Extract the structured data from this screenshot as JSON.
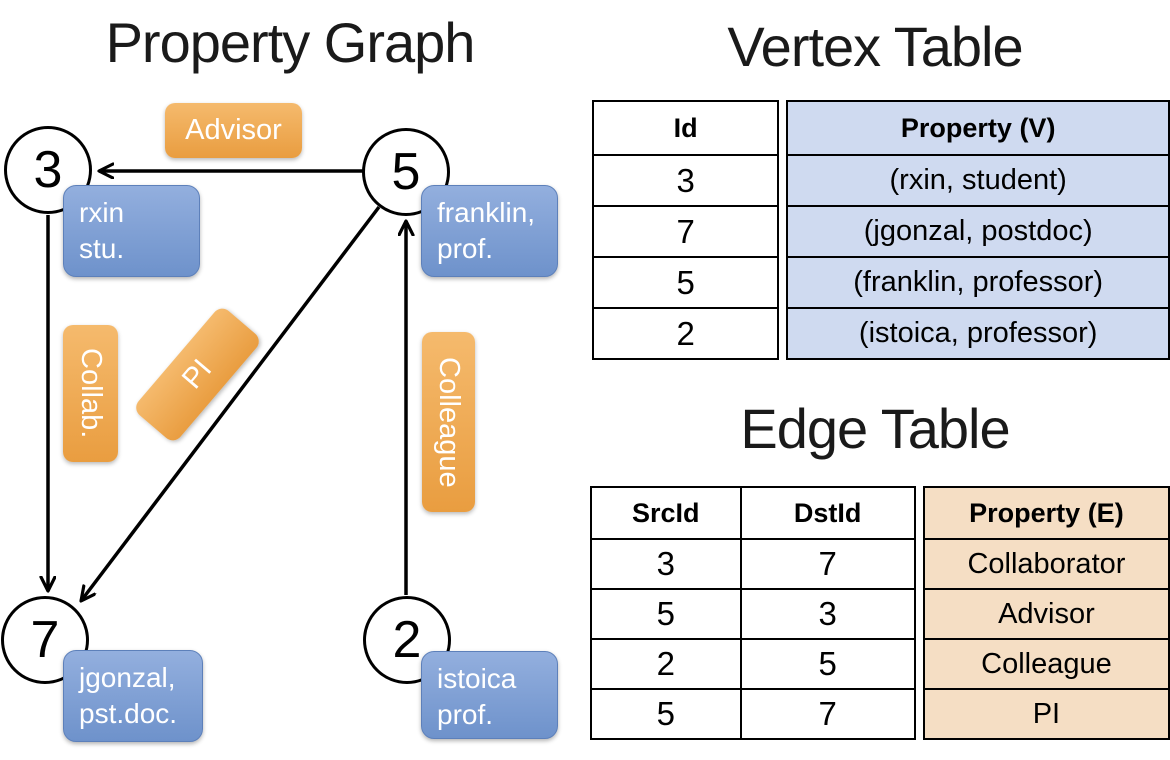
{
  "graph": {
    "title": "Property Graph",
    "nodes": [
      {
        "id": "3",
        "property_line1": "rxin",
        "property_line2": "stu."
      },
      {
        "id": "5",
        "property_line1": "franklin,",
        "property_line2": "prof."
      },
      {
        "id": "7",
        "property_line1": "jgonzal,",
        "property_line2": "pst.doc."
      },
      {
        "id": "2",
        "property_line1": "istoica",
        "property_line2": "prof."
      }
    ],
    "edge_labels": [
      {
        "text": "Advisor"
      },
      {
        "text": "Collab."
      },
      {
        "text": "PI"
      },
      {
        "text": "Colleague"
      }
    ]
  },
  "vertex_table": {
    "title": "Vertex Table",
    "headers": {
      "id": "Id",
      "property": "Property (V)"
    },
    "rows": [
      {
        "id": "3",
        "property": "(rxin, student)"
      },
      {
        "id": "7",
        "property": "(jgonzal, postdoc)"
      },
      {
        "id": "5",
        "property": "(franklin, professor)"
      },
      {
        "id": "2",
        "property": "(istoica, professor)"
      }
    ]
  },
  "edge_table": {
    "title": "Edge Table",
    "headers": {
      "src": "SrcId",
      "dst": "DstId",
      "property": "Property (E)"
    },
    "rows": [
      {
        "src": "3",
        "dst": "7",
        "property": "Collaborator"
      },
      {
        "src": "5",
        "dst": "3",
        "property": "Advisor"
      },
      {
        "src": "2",
        "dst": "5",
        "property": "Colleague"
      },
      {
        "src": "5",
        "dst": "7",
        "property": "PI"
      }
    ]
  },
  "colors": {
    "vertex_property_fill": "#cfdaf0",
    "edge_property_fill": "#f5dec4",
    "blue_box_top": "#93afde",
    "blue_box_bottom": "#6e92cb",
    "blue_box_border": "#5d80ba",
    "orange_box_top": "#f5ba6d",
    "orange_box_bottom": "#e99d40",
    "graph_line": "#000000"
  }
}
